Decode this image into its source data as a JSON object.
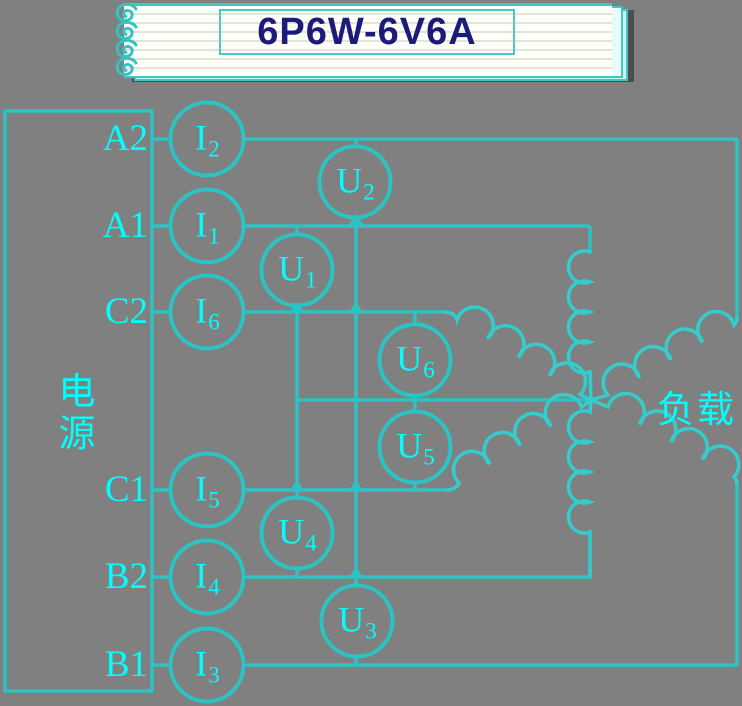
{
  "banner": {
    "title": "6P6W-6V6A"
  },
  "source": {
    "label": "电源",
    "terminals": {
      "A2": "A2",
      "A1": "A1",
      "C2": "C2",
      "C1": "C1",
      "B2": "B2",
      "B1": "B1"
    }
  },
  "load": {
    "label": "负载"
  },
  "meters": {
    "I2": {
      "base": "I",
      "sub": "2"
    },
    "I1": {
      "base": "I",
      "sub": "1"
    },
    "I6": {
      "base": "I",
      "sub": "6"
    },
    "I5": {
      "base": "I",
      "sub": "5"
    },
    "I4": {
      "base": "I",
      "sub": "4"
    },
    "I3": {
      "base": "I",
      "sub": "3"
    },
    "U2": {
      "base": "U",
      "sub": "2"
    },
    "U1": {
      "base": "U",
      "sub": "1"
    },
    "U6": {
      "base": "U",
      "sub": "6"
    },
    "U5": {
      "base": "U",
      "sub": "5"
    },
    "U4": {
      "base": "U",
      "sub": "4"
    },
    "U3": {
      "base": "U",
      "sub": "3"
    }
  },
  "colors": {
    "background": "#808080",
    "wire": "#2bc3c3",
    "load_wire": "#33cdcd",
    "label_text": "#00ffff",
    "title_text": "#1b1b7a",
    "banner_border": "#3fc7c7",
    "paper": "#fffffb"
  }
}
